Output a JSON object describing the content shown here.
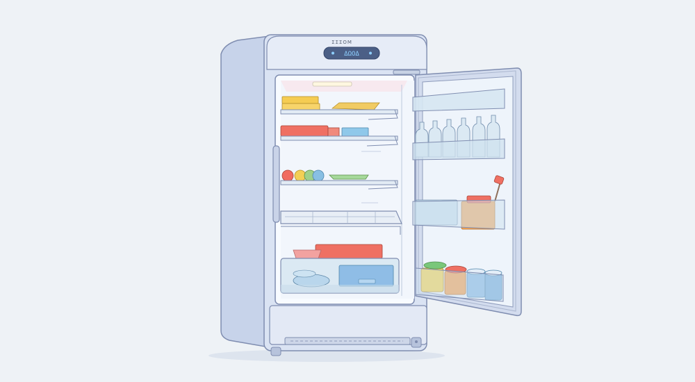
{
  "fridge": {
    "brand_label": "ΣΣΣΟΜ",
    "display_readout": "ΔΩΟΔ",
    "colors": {
      "background": "#eef2f6",
      "body": "#d9e2f2",
      "body_shade": "#c3cfe6",
      "outline": "#7f8db0",
      "interior": "#f8fbff",
      "door_inner": "#eef4fb",
      "shelf_glass": "#cfe1ef",
      "display": "#4b5f86"
    }
  },
  "contents": {
    "top_shelf": [
      "yellow-box",
      "yellow-tray"
    ],
    "second_shelf": [
      "red-container",
      "blue-box"
    ],
    "third_shelf": [
      "fruit-row",
      "green-dish"
    ],
    "crisper": [
      "red-box",
      "pink-bowl",
      "blue-container",
      "glass-bowl"
    ],
    "door_top_shelf": [
      "bottle-1",
      "bottle-2",
      "bottle-3",
      "bottle-4",
      "bottle-5",
      "bottle-6"
    ],
    "door_middle_shelf": [
      "blue-carton",
      "orange-carton",
      "sauce-bottle"
    ],
    "door_bottom_shelf": [
      "yellow-jar",
      "orange-jar",
      "blue-jar-1",
      "blue-jar-2"
    ]
  }
}
